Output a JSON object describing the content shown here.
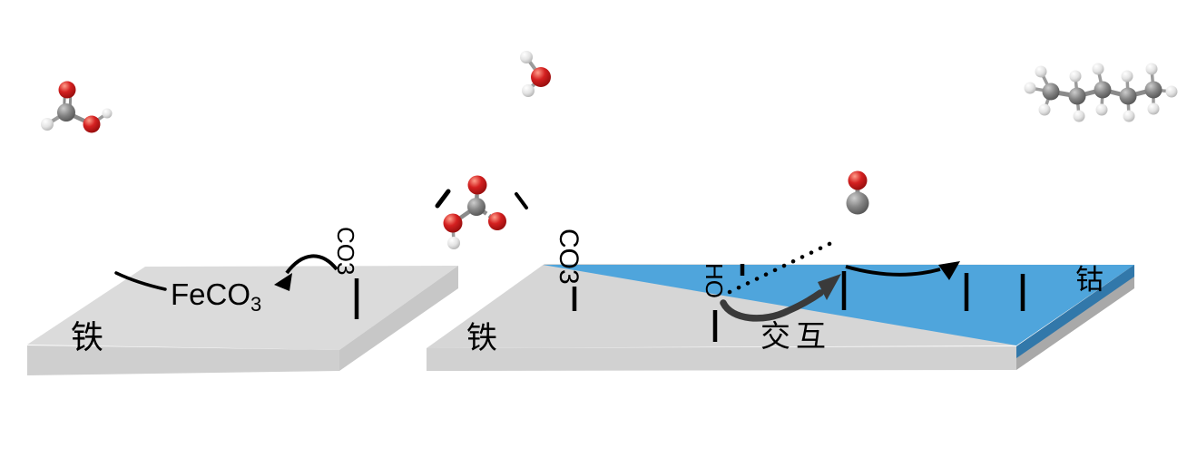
{
  "figure_type": "reaction-scheme-diagram",
  "left_slab": {
    "substrate_label": "铁",
    "product": {
      "formula": "FeCO",
      "subscript": "3"
    },
    "adsorbate_carbonate_label": "CO3"
  },
  "right_slab": {
    "substrate_label": "铁",
    "overlayer_label": "钴",
    "interaction_label": "交互",
    "adsorbate_carbonate_label": "CO3",
    "adsorbate_hydroxyl_label": "HO"
  },
  "molecules": {
    "top_left": "formic-acid-HCOOH",
    "top_center": "water-H2O",
    "center": "carbonic-acid-H2CO3",
    "mid_right": "carbon-monoxide-CO",
    "top_right": "alkane-chain-C5H12"
  },
  "colors": {
    "iron_top": "#dbdbdb",
    "iron_front": "#cfcfcf",
    "iron_side": "#c7c7c7",
    "iron2_top": "#d6d6d6",
    "iron2_front": "#d1d1d1",
    "iron2_side": "#a9a9a9",
    "cobalt_top": "#4fa5dc",
    "cobalt_side": "#3278aa",
    "arrow_black": "#000000",
    "arrow_dark_gray": "#3a3a3a",
    "atom_oxygen": "#d42020",
    "atom_carbon": "#858585",
    "atom_hydrogen": "#e8e8e8"
  }
}
